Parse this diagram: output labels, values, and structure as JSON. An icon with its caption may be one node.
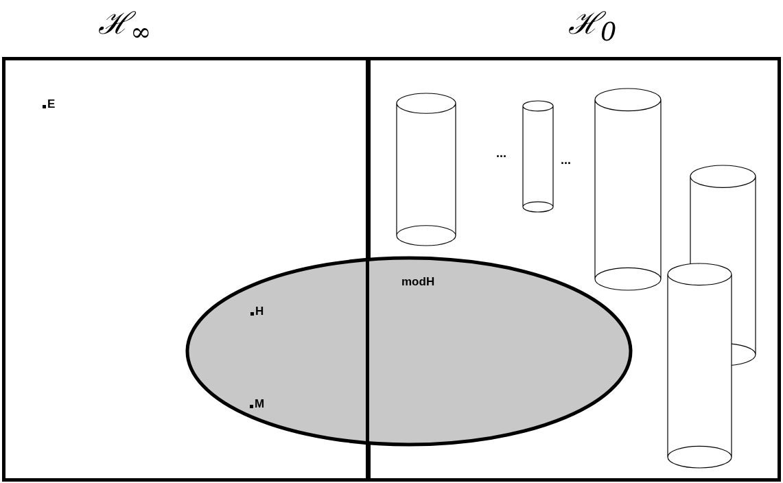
{
  "diagram": {
    "nodes": [
      {
        "text": [
          "ℋ$_{∞}$"
        ]
      },
      {
        "text": [
          "ℋ$_{0}$"
        ]
      },
      {
        "text": [
          "modH"
        ]
      },
      {
        "text": [],
        "shape": "cylinder",
        "in": 1
      },
      {
        "text": [],
        "shape": "cylinder",
        "in": 1
      },
      {
        "text": [],
        "shape": "cylinder",
        "in": 1
      },
      {
        "text": [],
        "shape": "cylinder",
        "in": 1
      },
      {
        "text": [],
        "shape": "cylinder",
        "in": 1
      }
    ],
    "edges": [],
    "labels": [
      "E",
      "...",
      "...",
      "H",
      "M"
    ]
  }
}
